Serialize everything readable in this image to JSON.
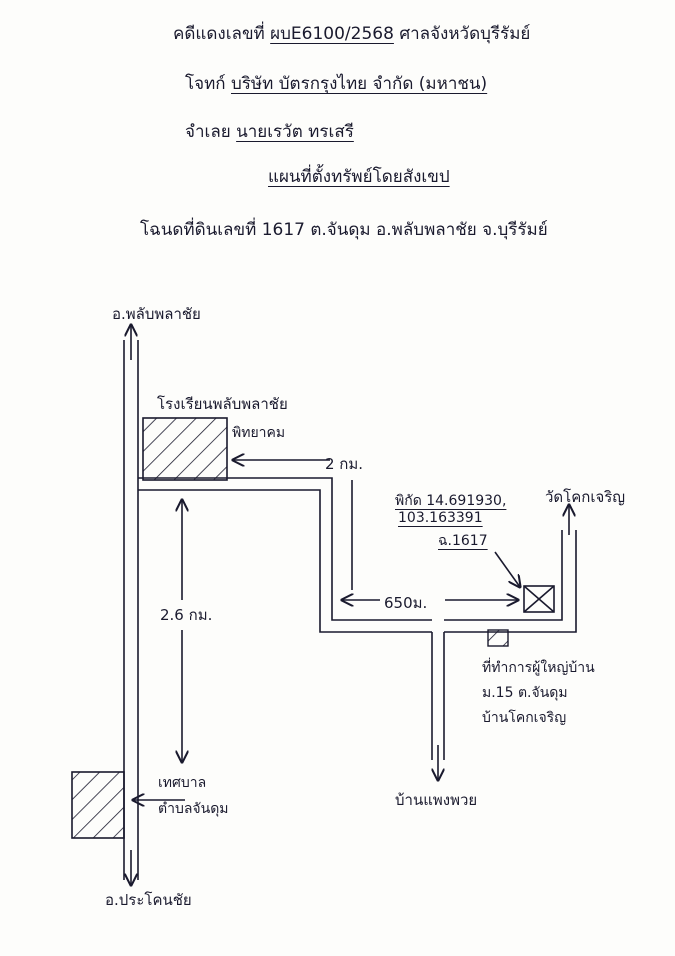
{
  "header": {
    "case_label": "คดีแดงเลขที่",
    "case_no": "ผบE6100/2568",
    "court": "ศาลจังหวัดบุรีรัมย์",
    "plaintiff_label": "โจทก์",
    "plaintiff": "บริษัท บัตรกรุงไทย จำกัด (มหาชน)",
    "defendant_label": "จำเลย",
    "defendant": "นายเรวัต ทรเสรี",
    "map_title": "แผนที่ตั้งทรัพย์โดยสังเขป",
    "deed_line": "โฉนดที่ดินเลขที่ 1617 ต.จันดุม อ.พลับพลาชัย จ.บุรีรัมย์"
  },
  "map": {
    "north_dest": "อ.พลับพลาชัย",
    "south_dest": "อ.ประโคนชัย",
    "school": "โรงเรียนพลับพลาชัย",
    "school_sub": "พิทยาคม",
    "dist_2km": "2 กม.",
    "dist_26km": "2.6 กม.",
    "dist_650m": "650ม.",
    "coords_line1": "พิกัด 14.691930,",
    "coords_line2": "103.163391",
    "deed_marker": "ฉ.1617",
    "temple": "วัดโคกเจริญ",
    "village_south": "บ้านแพงพวย",
    "headman_office_1": "ที่ทำการผู้ใหญ่บ้าน",
    "headman_office_2": "ม.15 ต.จันดุม",
    "headman_office_3": "บ้านโคกเจริญ",
    "municipality_1": "เทศบาล",
    "municipality_2": "ตำบลจันดุม"
  },
  "colors": {
    "ink": "#1a1a2e",
    "paper": "#fdfdfb"
  }
}
